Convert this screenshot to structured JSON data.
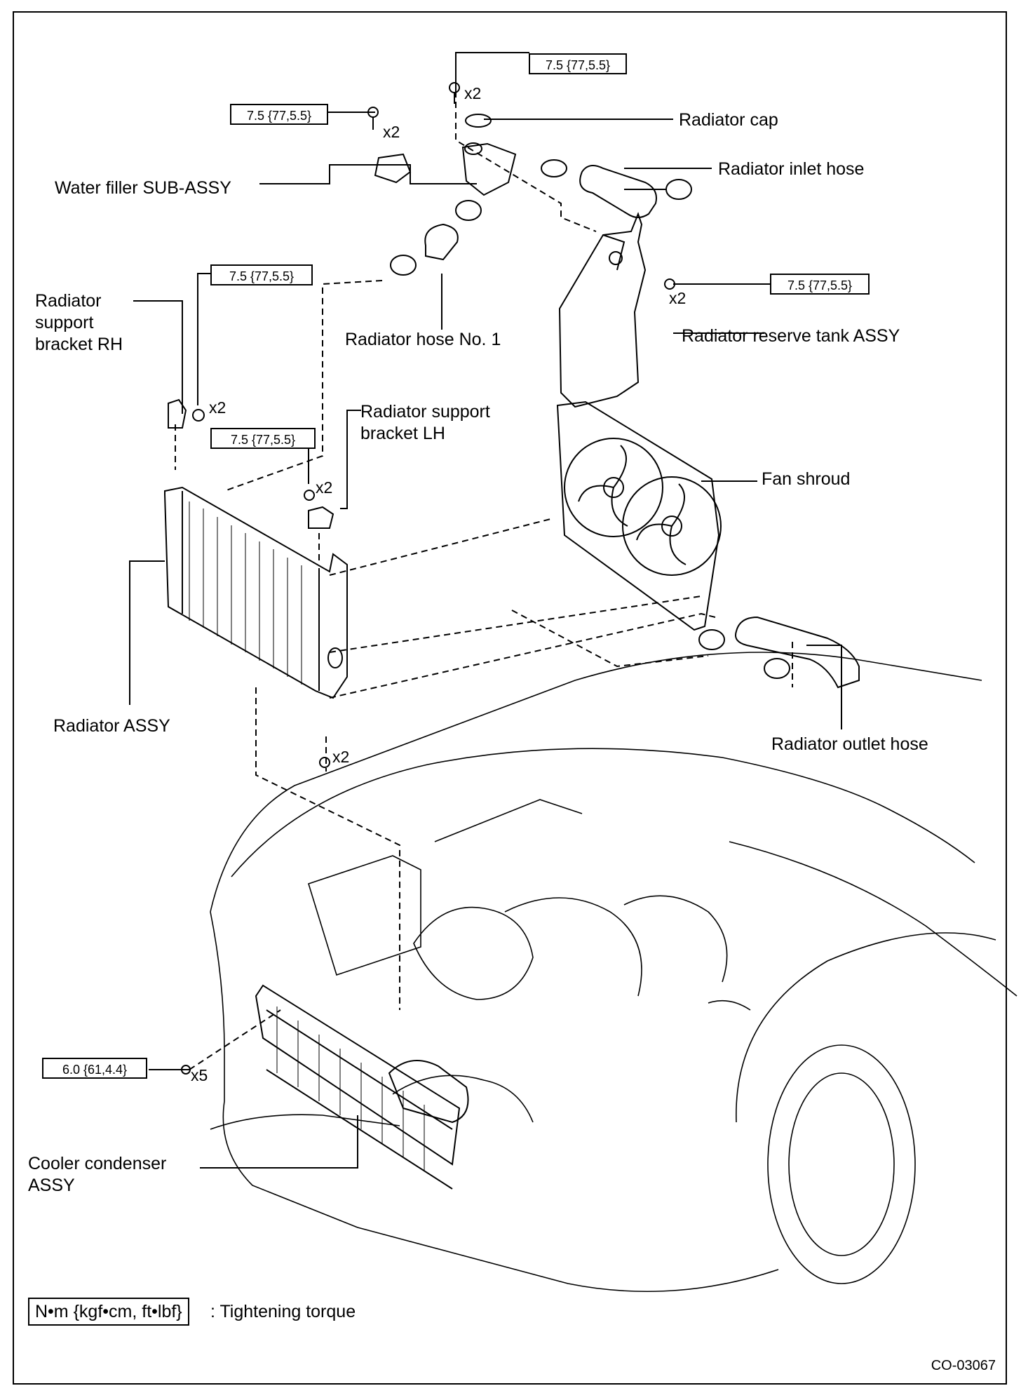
{
  "labels": {
    "radiator_cap": "Radiator cap",
    "radiator_inlet_hose": "Radiator inlet hose",
    "water_filler": "Water filler SUB-ASSY",
    "radiator_support_bracket_rh": "Radiator\nsupport\nbracket RH",
    "radiator_hose_no1": "Radiator hose No. 1",
    "radiator_reserve_tank": "Radiator reserve tank ASSY",
    "radiator_support_bracket_lh": "Radiator support\nbracket LH",
    "fan_shroud": "Fan shroud",
    "radiator_assy": "Radiator ASSY",
    "radiator_outlet_hose": "Radiator outlet hose",
    "cooler_condenser": "Cooler condenser\nASSY"
  },
  "torques": {
    "water_filler_top": "7.5 {77,5.5}",
    "water_filler_left": "7.5 {77,5.5}",
    "bracket_rh": "7.5 {77,5.5}",
    "bracket_lh": "7.5 {77,5.5}",
    "reserve_tank": "7.5 {77,5.5}",
    "condenser": "6.0 {61,4.4}"
  },
  "quantities": {
    "water_filler_top": "x2",
    "water_filler_left": "x2",
    "reserve_tank": "x2",
    "bracket_rh": "x2",
    "bracket_lh": "x2",
    "radiator_bottom": "x2",
    "condenser": "x5"
  },
  "legend": {
    "unit": "N•m {kgf•cm, ft•lbf}",
    "text": ": Tightening torque"
  },
  "figure_code": "CO-03067"
}
